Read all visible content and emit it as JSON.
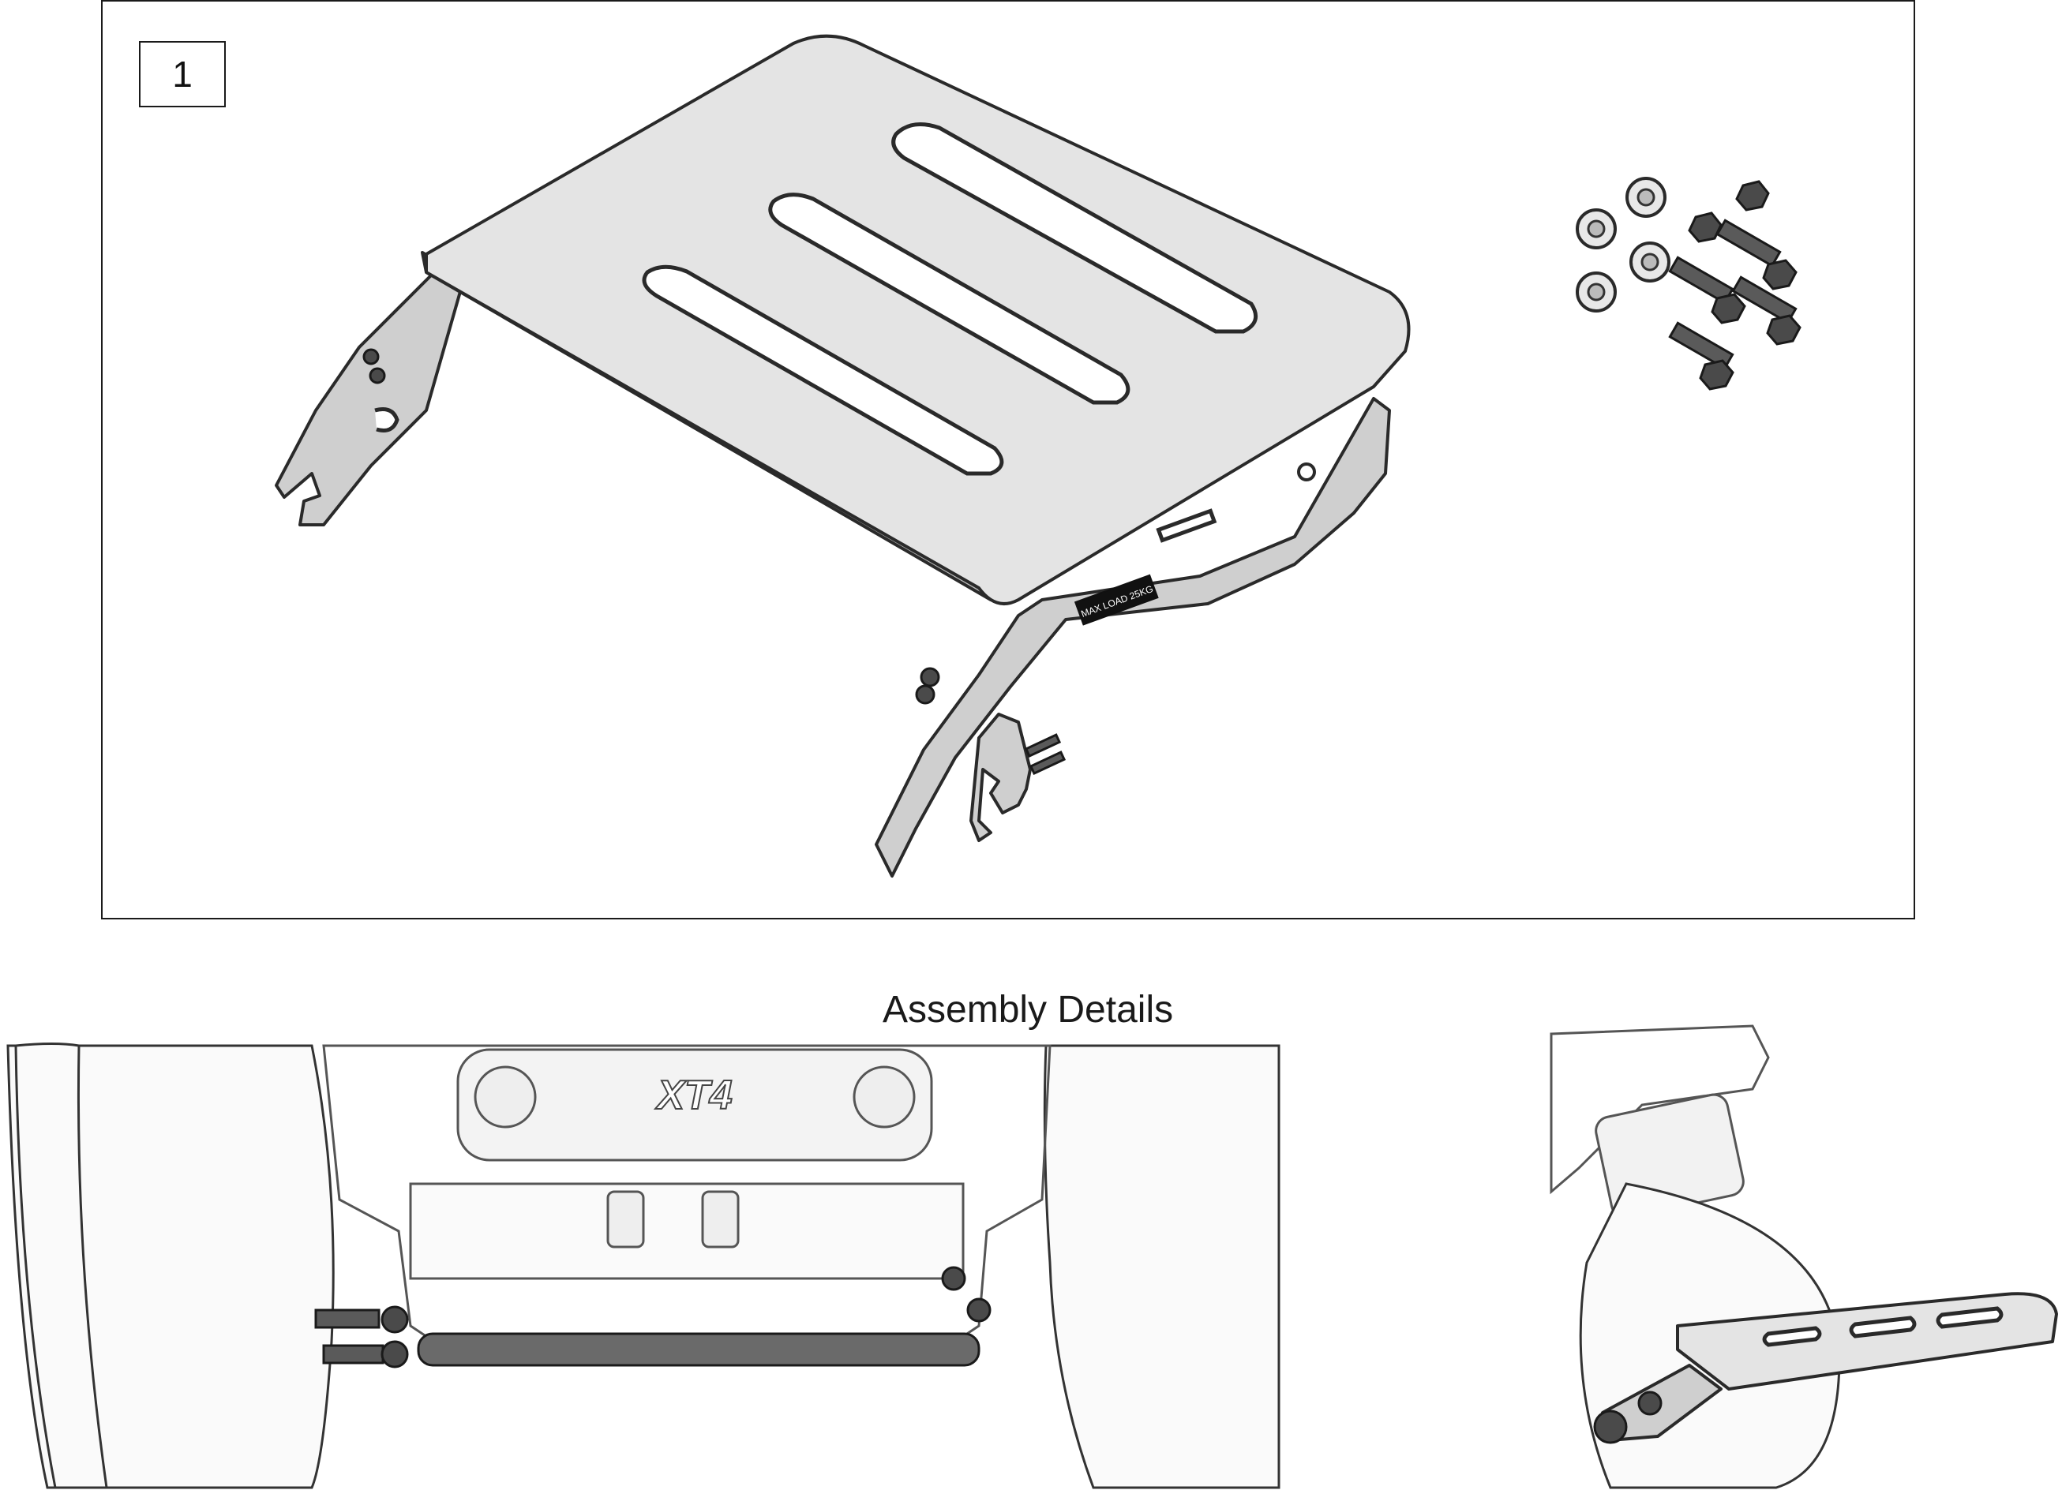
{
  "callout": {
    "number": "1"
  },
  "assembly": {
    "title": "Assembly Details"
  },
  "labels": {
    "plate_text": "MAX LOAD 25KG",
    "chair_model": "XT4"
  },
  "icons": [
    "tray-plate-icon",
    "hardware-kit-icon",
    "rear-assembly-view-icon",
    "side-assembly-view-icon"
  ]
}
